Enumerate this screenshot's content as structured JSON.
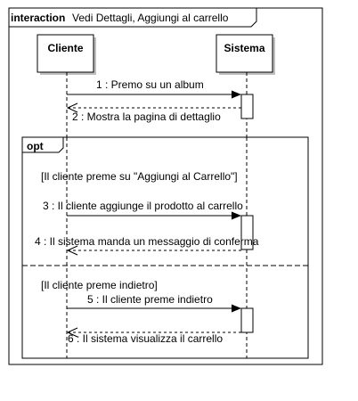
{
  "frame": {
    "keyword": "interaction",
    "title": "Vedi Dettagli, Aggiungi al carrello"
  },
  "lifelines": [
    {
      "name": "Cliente"
    },
    {
      "name": "Sistema"
    }
  ],
  "messages": [
    {
      "label": "1 : Premo su un album",
      "type": "sync"
    },
    {
      "label": "2 : Mostra la pagina di dettaglio",
      "type": "return"
    },
    {
      "label": "3 : Il cliente aggiunge il prodotto al carrello",
      "type": "sync"
    },
    {
      "label": "4 : Il sistema manda un messaggio di conferma",
      "type": "return"
    },
    {
      "label": "5 : Il cliente preme indietro",
      "type": "sync"
    },
    {
      "label": "6 : Il sistema visualizza il carrello",
      "type": "return"
    }
  ],
  "fragment": {
    "operator": "opt",
    "guards": [
      "[Il cliente preme su \"Aggiungi al Carrello\"]",
      "[Il cliente preme indietro]"
    ]
  }
}
